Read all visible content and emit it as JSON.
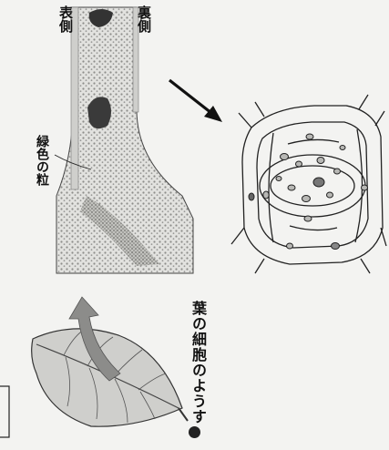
{
  "labels": {
    "front_side": "表側",
    "back_side": "裏側",
    "green_grains": "緑色の粒",
    "caption": "葉の細胞のようす"
  },
  "colors": {
    "line": "#222222",
    "tissue_fill": "#d6d6d3",
    "leaf_fill": "#cfcfcc",
    "arrow_fill": "#8c8c8a"
  },
  "icons": [
    "leaf-illustration",
    "curved-arrow",
    "pointer-arrow",
    "cell-diagram"
  ]
}
